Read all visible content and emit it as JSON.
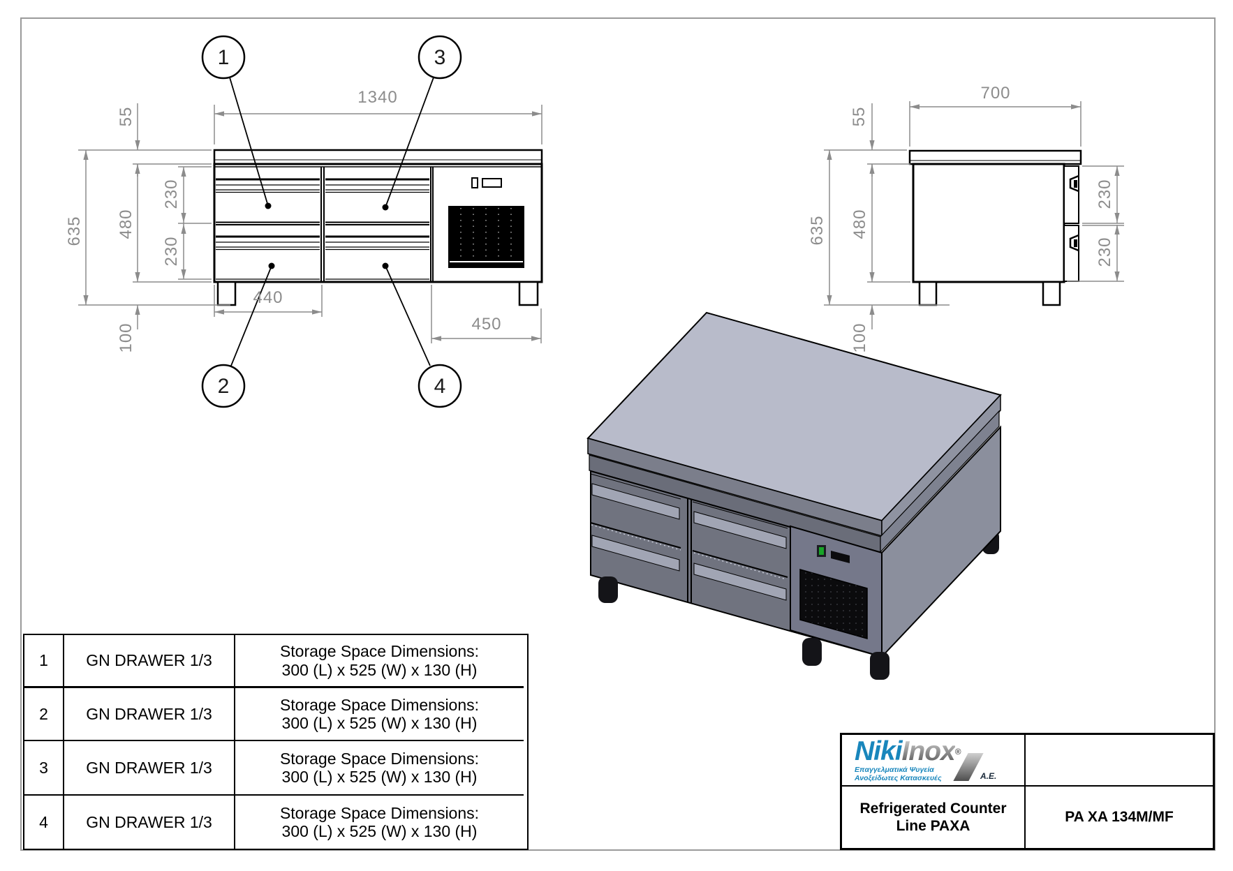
{
  "front_view": {
    "dims": {
      "width": "1340",
      "counter_top": "55",
      "total_height": "635",
      "body_height": "480",
      "drawer_top": "230",
      "drawer_bottom": "230",
      "leg_height": "100",
      "drawer_width": "440",
      "unit_width": "450"
    }
  },
  "side_view": {
    "dims": {
      "depth": "700",
      "counter_top": "55",
      "total_height": "635",
      "body_height": "480",
      "drawer_top": "230",
      "drawer_bottom": "230",
      "leg_height": "100"
    }
  },
  "balloons": [
    {
      "label": "1"
    },
    {
      "label": "2"
    },
    {
      "label": "3"
    },
    {
      "label": "4"
    }
  ],
  "parts_table": {
    "rows": [
      {
        "no": "1",
        "name": "GN DRAWER 1/3",
        "desc_line1": "Storage Space Dimensions:",
        "desc_line2": "300 (L) x 525 (W) x 130 (H)"
      },
      {
        "no": "2",
        "name": "GN DRAWER 1/3",
        "desc_line1": "Storage Space Dimensions:",
        "desc_line2": "300 (L) x 525 (W) x 130 (H)"
      },
      {
        "no": "3",
        "name": "GN DRAWER 1/3",
        "desc_line1": "Storage Space Dimensions:",
        "desc_line2": "300 (L) x 525 (W) x 130 (H)"
      },
      {
        "no": "4",
        "name": "GN DRAWER 1/3",
        "desc_line1": "Storage Space Dimensions:",
        "desc_line2": "300 (L) x 525 (W) x 130 (H)"
      }
    ]
  },
  "title_block": {
    "logo": {
      "brand_primary": "Niki",
      "brand_secondary": "Inox",
      "registered_mark": "®",
      "tagline_line1": "Επαγγελματικά Ψυγεία",
      "tagline_line2": "Ανοξείδωτες Κατασκευές",
      "company_suffix": "Α.Ε."
    },
    "product_name_line1": "Refrigerated Counter",
    "product_name_line2": "Line PAXA",
    "model_code": "PA XA 134M/MF"
  },
  "colors": {
    "accent_blue": "#1886bc",
    "dim_gray": "#8c8c8c",
    "iso_top": "#b8bbca",
    "iso_front": "#70737f",
    "iso_side": "#8b8f9d",
    "iso_handle": "#a1a5b4",
    "grille_black": "#0b0b0d"
  }
}
